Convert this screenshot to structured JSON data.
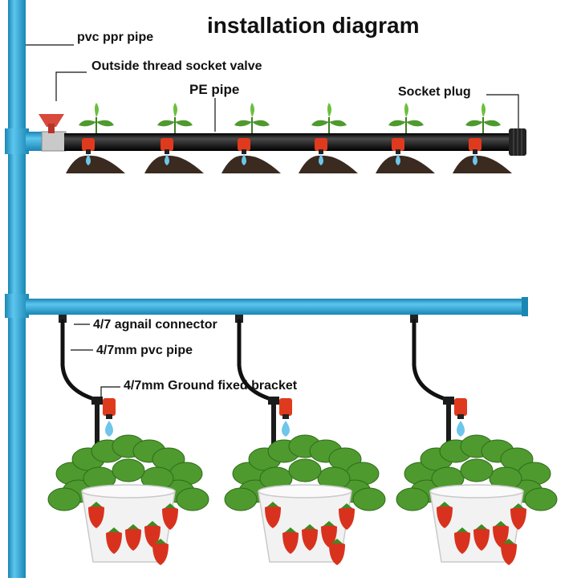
{
  "title": "installation diagram",
  "labels": {
    "pvc_ppr_pipe": "pvc ppr pipe",
    "valve": "Outside thread socket valve",
    "pe_pipe": "PE pipe",
    "socket_plug": "Socket  plug",
    "agnail_connector": "4/7 agnail connector",
    "pvc_pipe_47": "4/7mm pvc pipe",
    "ground_bracket": "4/7mm Ground fixed  bracket"
  },
  "colors": {
    "pvc_pipe": "#2aa8d8",
    "pvc_pipe_edge": "#1a86b4",
    "pe_pipe": "#1b1b1b",
    "dripper": "#e03a1e",
    "valve": "#d84a3c",
    "soil": "#3a2a20",
    "leaf": "#4e9a2e",
    "pot": "#f2f2f2",
    "strawberry": "#d8321e",
    "water": "#6ec6ea"
  },
  "icons": [
    "valve-icon",
    "dripper-icon",
    "seedling-icon",
    "water-drop-icon",
    "strawberry-plant-icon",
    "flower-pot-icon",
    "strawberry-icon"
  ]
}
